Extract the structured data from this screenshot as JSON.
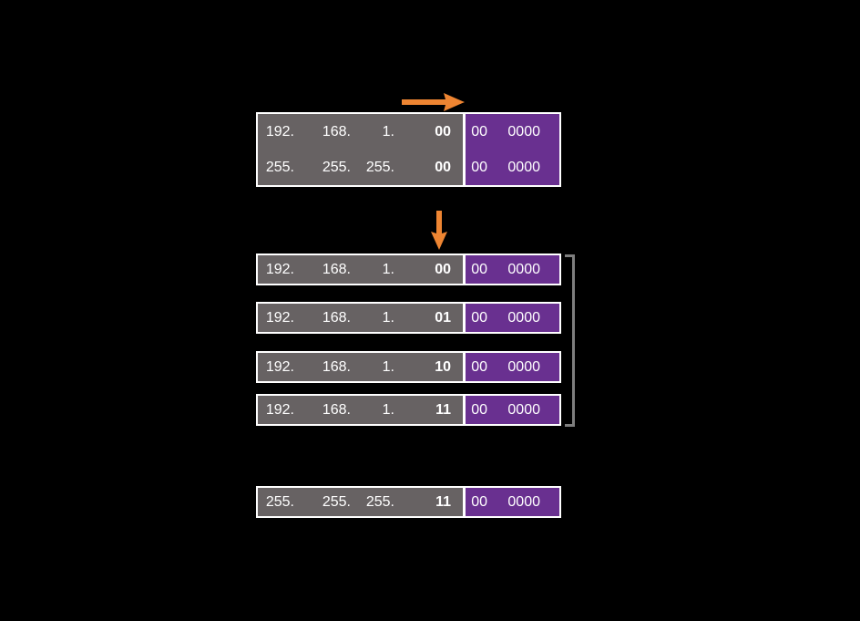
{
  "colors": {
    "background": "#000000",
    "network_gray": "#676263",
    "host_purple": "#693090",
    "arrow_orange": "#ee8532",
    "bracket_gray": "#7e7e7e",
    "box_border": "#ffffff",
    "text": "#ffffff"
  },
  "icons": {
    "right_arrow": "right-arrow",
    "down_arrow": "down-arrow"
  },
  "top_box": {
    "address": {
      "o1": "192.",
      "o2": "168.",
      "o3": "1.",
      "sn": "00",
      "h1": "00",
      "h2": "0000"
    },
    "mask": {
      "o1": "255.",
      "o2": "255.",
      "o3": "255.",
      "sn": "00",
      "h1": "00",
      "h2": "0000"
    }
  },
  "subnets": [
    {
      "o1": "192.",
      "o2": "168.",
      "o3": "1.",
      "sn": "00",
      "h1": "00",
      "h2": "0000"
    },
    {
      "o1": "192.",
      "o2": "168.",
      "o3": "1.",
      "sn": "01",
      "h1": "00",
      "h2": "0000"
    },
    {
      "o1": "192.",
      "o2": "168.",
      "o3": "1.",
      "sn": "10",
      "h1": "00",
      "h2": "0000"
    },
    {
      "o1": "192.",
      "o2": "168.",
      "o3": "1.",
      "sn": "11",
      "h1": "00",
      "h2": "0000"
    }
  ],
  "new_mask": {
    "o1": "255.",
    "o2": "255.",
    "o3": "255.",
    "sn": "11",
    "h1": "00",
    "h2": "0000"
  }
}
